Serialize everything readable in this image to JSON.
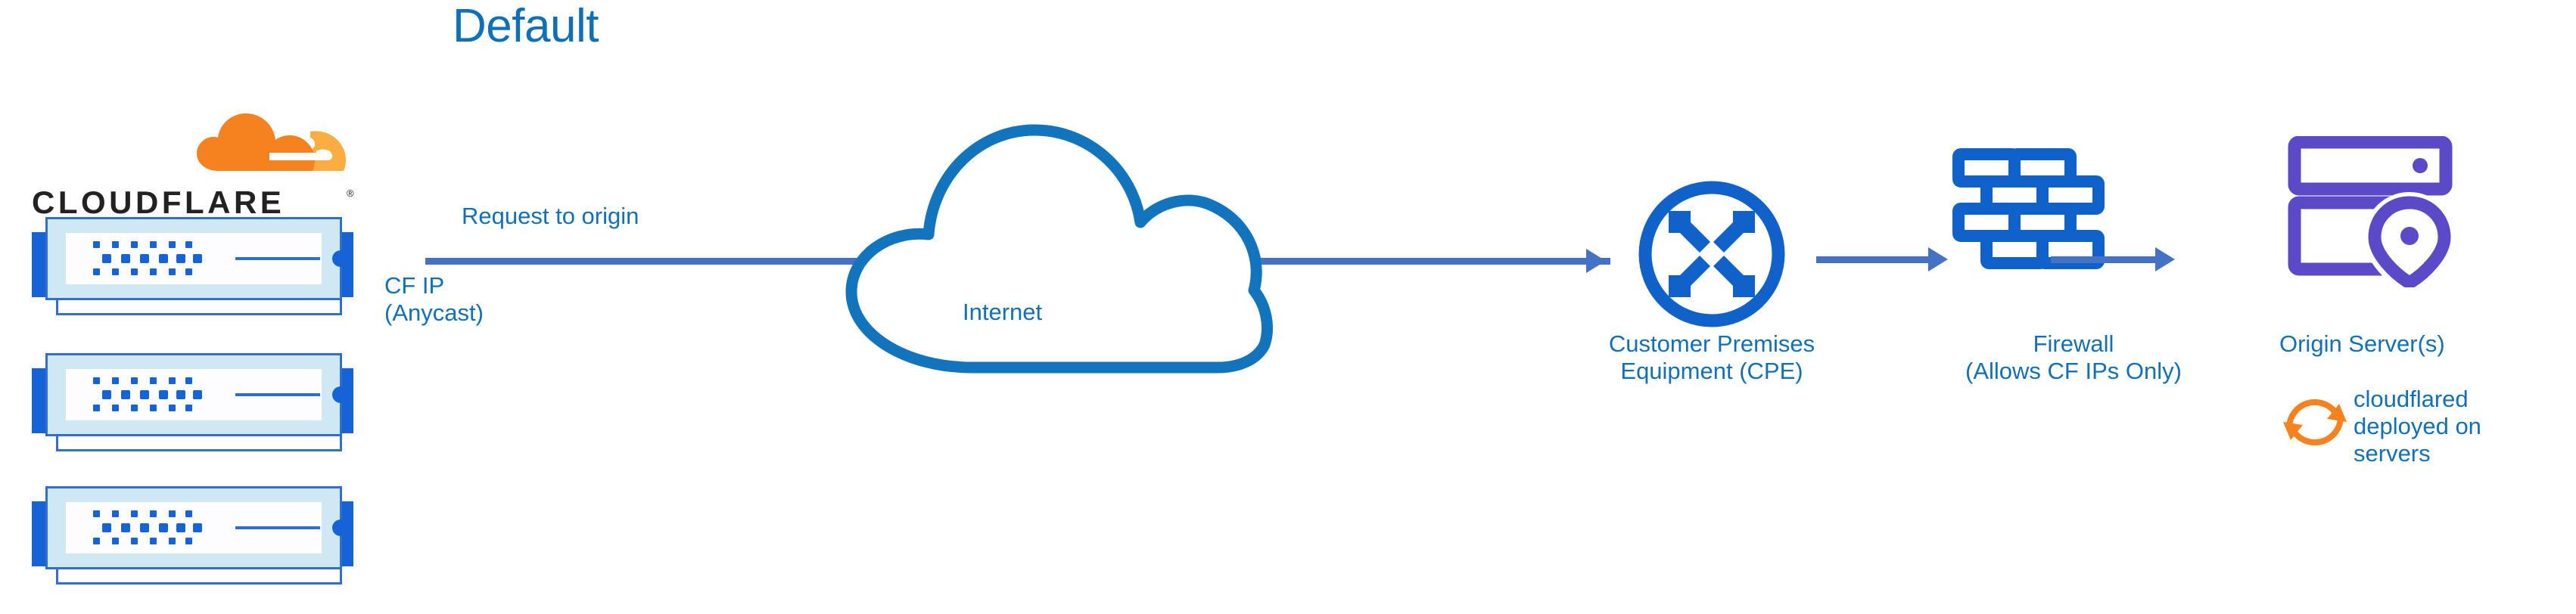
{
  "title": "Default",
  "colors": {
    "heading_blue": "#0f6fb8",
    "label_blue": "#1070b8",
    "arrow_blue": "#4473c6",
    "icon_blue": "#0f62c9",
    "cloud_outline_blue": "#1274bd",
    "origin_purple": "#5a4ac7",
    "cloudflare_orange": "#f6821f",
    "cloudflare_orange_light": "#fbad41",
    "wordmark_black": "#222222",
    "rack_ear_blue": "#1563d6",
    "rack_body_fill": "#cfe9f4"
  },
  "brand": {
    "logo_name": "cloudflare-logo",
    "wordmark_text": "CLOUDFLARE",
    "registered_mark": "®"
  },
  "edge": {
    "rack_count": 3,
    "rack_name": "cloudflare-edge-server",
    "ip_label": "CF IP\n(Anycast)"
  },
  "flow": {
    "request_label": "Request to origin",
    "arrows": [
      {
        "name": "arrow-edge-to-cpe",
        "from": "cloudflare-edge",
        "to": "cpe"
      },
      {
        "name": "arrow-cpe-to-firewall",
        "from": "cpe",
        "to": "firewall"
      },
      {
        "name": "arrow-firewall-to-origin",
        "from": "firewall",
        "to": "origin-server"
      }
    ]
  },
  "nodes": {
    "internet": {
      "label": "Internet",
      "icon": "cloud-icon"
    },
    "cpe": {
      "label": "Customer Premises\nEquipment (CPE)",
      "icon": "router-four-arrows-icon"
    },
    "firewall": {
      "label": "Firewall\n(Allows CF IPs Only)",
      "icon": "brick-wall-icon"
    },
    "origin": {
      "label": "Origin Server(s)",
      "icon": "server-stack-pin-icon"
    },
    "cloudflared": {
      "label": "cloudflared\ndeployed on\nservers",
      "icon": "sync-arrows-icon"
    }
  }
}
